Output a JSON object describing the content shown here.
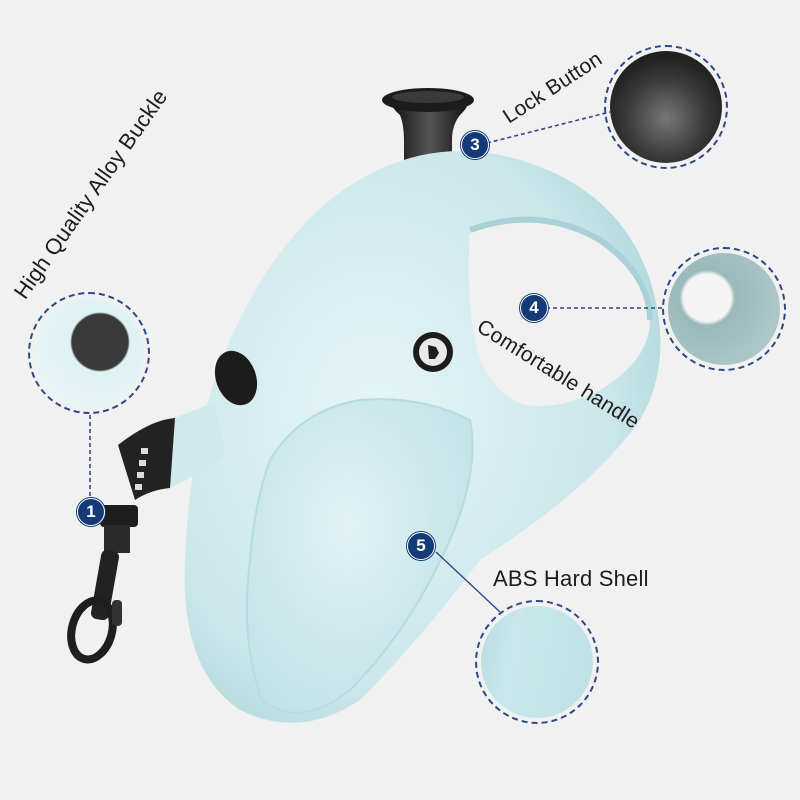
{
  "callouts": [
    {
      "number": "1",
      "label": "High Quality Alloy Buckle"
    },
    {
      "number": "3",
      "label": "Lock Button"
    },
    {
      "number": "4",
      "label": "Comfortable handle"
    },
    {
      "number": "5",
      "label": "ABS Hard Shell"
    }
  ],
  "colors": {
    "background": "#f1f1f1",
    "shell": "#cfe9ec",
    "badge": "#143a78",
    "dashed_line": "#2d4a86",
    "text": "#1d1d1d",
    "button_black": "#1a1a1a"
  }
}
